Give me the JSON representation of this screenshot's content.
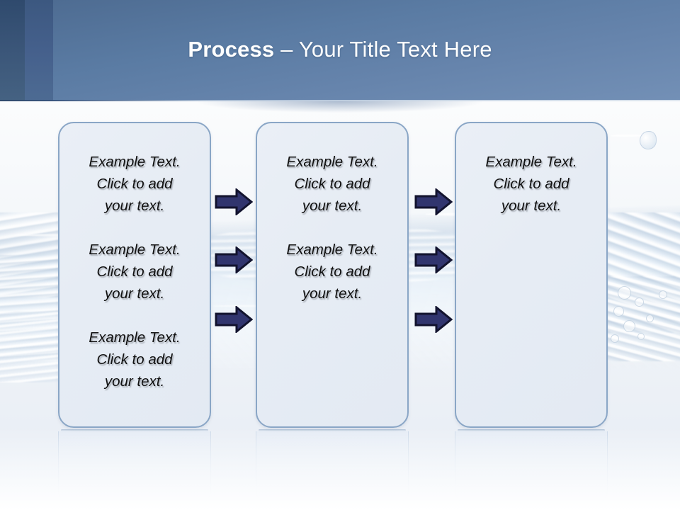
{
  "slide": {
    "title": {
      "bold_part": "Process",
      "rest_part": " – Your Title Text Here",
      "full": "Process – Your Title Text Here"
    },
    "theme": {
      "header_dark": "#3a5578",
      "header_mid": "#45608c",
      "header_light": "#6684ac",
      "box_fill": "#e7edf5",
      "box_border": "#8aa6c6",
      "arrow_fill": "#31356e",
      "arrow_outline": "#12132e",
      "title_color": "#ffffff",
      "text_color": "#101010"
    },
    "body_text": "Example Text.\nClick  to add\nyour text.",
    "columns": [
      {
        "name": "column-1",
        "blocks": [
          {
            "text": "Example Text.\nClick  to add\nyour text."
          },
          {
            "text": "Example Text.\nClick  to add\nyour text."
          },
          {
            "text": "Example Text.\nClick  to add\nyour text."
          }
        ]
      },
      {
        "name": "column-2",
        "blocks": [
          {
            "text": "Example Text.\nClick  to add\nyour text."
          },
          {
            "text": "Example Text.\nClick  to add\nyour text."
          }
        ]
      },
      {
        "name": "column-3",
        "blocks": [
          {
            "text": "Example Text.\nClick  to add\nyour text."
          }
        ]
      }
    ],
    "arrows": [
      {
        "group": "between-col-1-and-2",
        "row": 1
      },
      {
        "group": "between-col-1-and-2",
        "row": 2
      },
      {
        "group": "between-col-1-and-2",
        "row": 3
      },
      {
        "group": "between-col-2-and-3",
        "row": 1
      },
      {
        "group": "between-col-2-and-3",
        "row": 2
      },
      {
        "group": "between-col-2-and-3",
        "row": 3
      }
    ]
  }
}
